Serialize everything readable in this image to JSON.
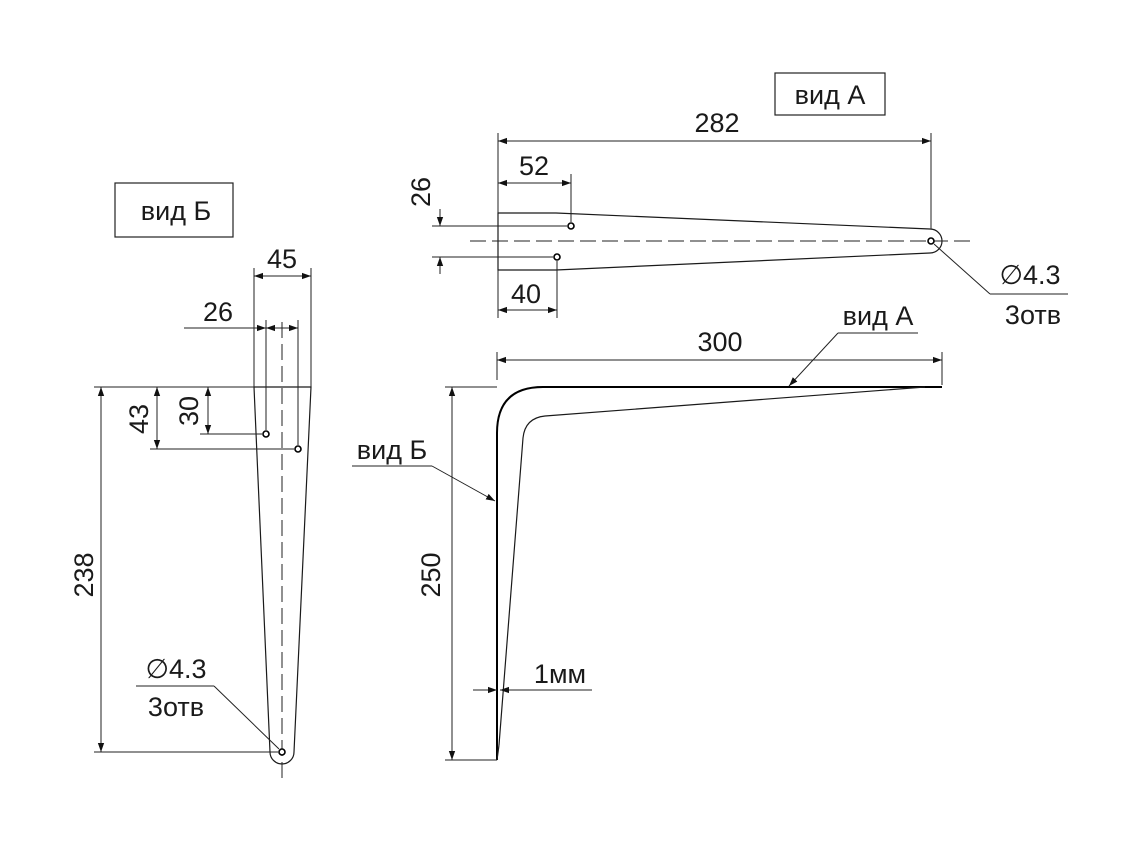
{
  "view_a": {
    "title": "вид А",
    "dim_overall": "282",
    "dim_52": "52",
    "dim_26": "26",
    "dim_40": "40",
    "hole_diameter": "∅4.3",
    "hole_count": "3отв"
  },
  "view_b": {
    "title": "вид Б",
    "dim_45": "45",
    "dim_26": "26",
    "dim_43": "43",
    "dim_30": "30",
    "dim_238": "238",
    "hole_diameter": "∅4.3",
    "hole_count": "3отв"
  },
  "main_view": {
    "dim_300": "300",
    "dim_250": "250",
    "dim_thickness": "1мм",
    "callout_view_a": "вид А",
    "callout_view_b": "вид Б"
  }
}
